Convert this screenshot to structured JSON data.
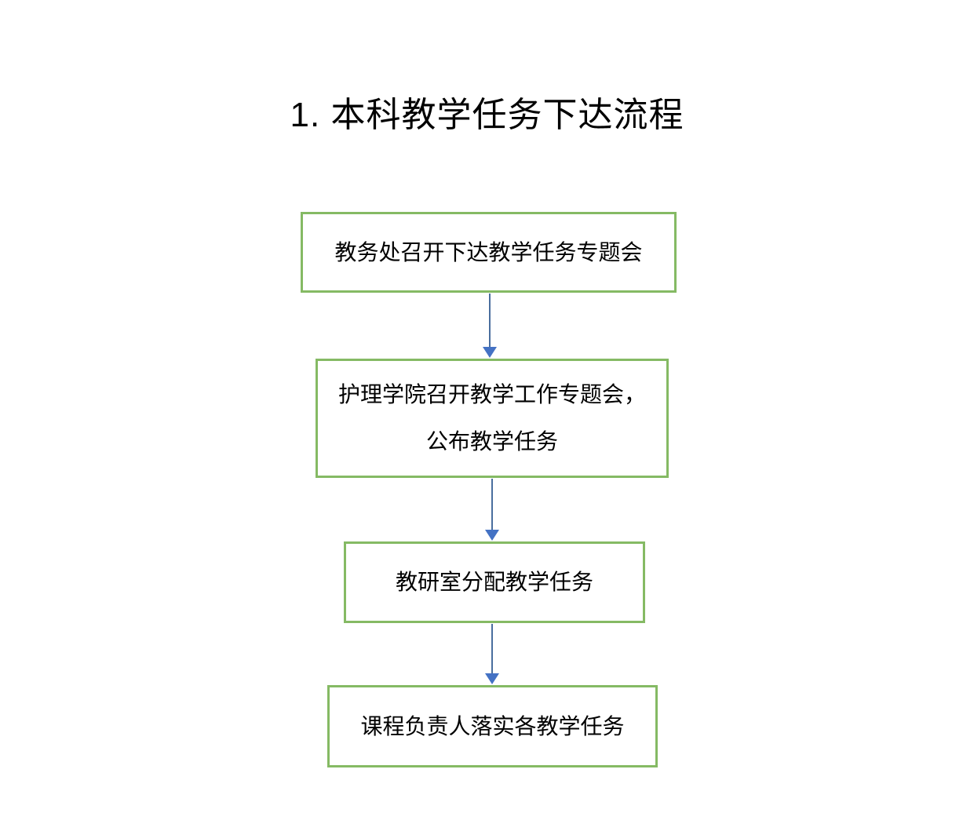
{
  "title": "1. 本科教学任务下达流程",
  "flowchart": {
    "boxes": [
      {
        "id": "box1",
        "lines": [
          "教务处召开下达教学任务专题会"
        ]
      },
      {
        "id": "box2",
        "lines": [
          "护理学院召开教学工作专题会，",
          "公布教学任务"
        ]
      },
      {
        "id": "box3",
        "lines": [
          "教研室分配教学任务"
        ]
      },
      {
        "id": "box4",
        "lines": [
          "课程负责人落实各教学任务"
        ]
      }
    ],
    "connectors": [
      {
        "from": "box1",
        "to": "box2",
        "direction": "down"
      },
      {
        "from": "box2",
        "to": "box3",
        "direction": "down"
      },
      {
        "from": "box3",
        "to": "box4",
        "direction": "down"
      }
    ],
    "colors": {
      "background": "#ffffff",
      "box_border": "#85ba64",
      "arrow_line": "#4a6e9e",
      "arrow_head": "#4472c4",
      "text": "#000000"
    }
  }
}
